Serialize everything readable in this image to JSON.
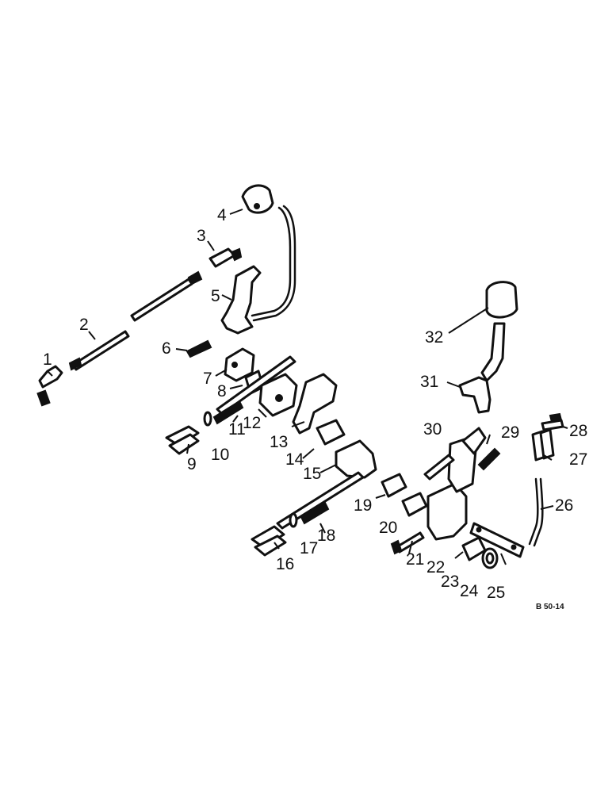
{
  "diagram": {
    "reference_code": "B 50-14",
    "callouts": [
      "1",
      "2",
      "3",
      "4",
      "5",
      "6",
      "7",
      "8",
      "9",
      "10",
      "11",
      "12",
      "13",
      "14",
      "15",
      "16",
      "17",
      "18",
      "19",
      "20",
      "21",
      "22",
      "23",
      "24",
      "25",
      "26",
      "27",
      "28",
      "29",
      "30",
      "31",
      "32"
    ]
  }
}
